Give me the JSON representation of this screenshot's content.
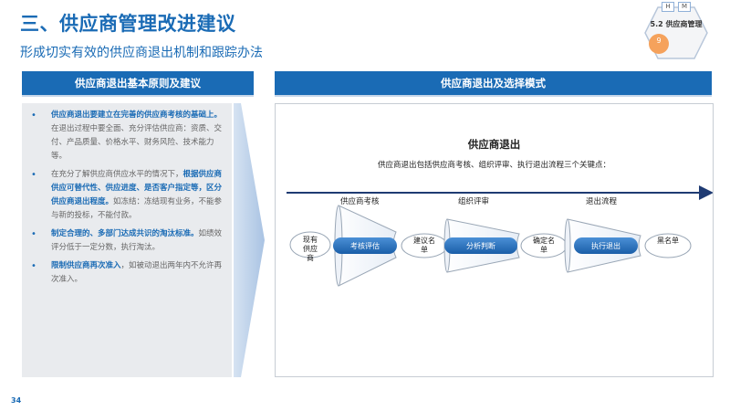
{
  "header": {
    "title": "三、供应商管理改进建议",
    "subtitle": "形成切实有效的供应商退出机制和跟踪办法"
  },
  "badge": {
    "tab_h": "H",
    "tab_m": "M",
    "label": "5.2 供应商管理",
    "number": "9"
  },
  "left": {
    "header": "供应商退出基本原则及建议",
    "bullets": [
      {
        "bold": "供应商退出要建立在完善的供应商考核的基础上。",
        "rest": "在退出过程中要全面、充分评估供应商：资质、交付、产品质量、价格水平、财务风险、技术能力等。"
      },
      {
        "lead": "在充分了解供应商供应水平的情况下，",
        "bold": "根据供应商供应可替代性、供应进度、是否客户指定等，区分供应商退出程度。",
        "rest": "如冻结：冻结现有业务，不能参与新的投标，不能付款。"
      },
      {
        "bold": "制定合理的、多部门达成共识的淘汰标准。",
        "rest": "如绩效评分低于一定分数，执行淘汰。"
      },
      {
        "bold": "限制供应商再次准入",
        "rest": "，如被动退出两年内不允许再次准入。"
      }
    ]
  },
  "right": {
    "header": "供应商退出及选择模式",
    "title": "供应商退出",
    "description": "供应商退出包括供应商考核、组织评审、执行退出流程三个关键点：",
    "stages": [
      "供应商考核",
      "组织评审",
      "退出流程"
    ],
    "nodes": {
      "start": "现有供应商",
      "pill1": "考核评估",
      "mid1": "建议名单",
      "pill2": "分析判断",
      "mid2": "确定名单",
      "pill3": "执行退出",
      "end": "黑名单"
    }
  },
  "footer": {
    "page": "34"
  },
  "colors": {
    "accent": "#1a6bb5",
    "panel": "#e9ebee",
    "badge_circle": "#f5a25c"
  }
}
